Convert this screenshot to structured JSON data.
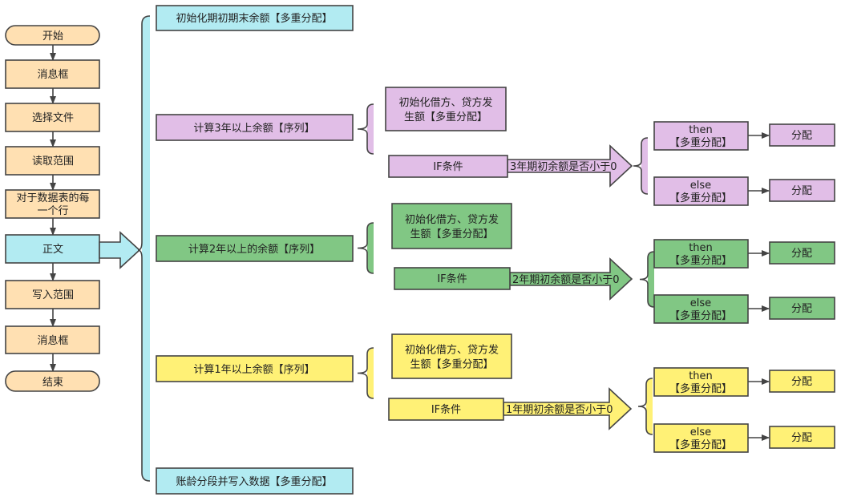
{
  "colors": {
    "orange": "#ffe0b2",
    "cyan": "#b2ebf2",
    "purple": "#e1bee7",
    "green": "#81c784",
    "yellow": "#fff176",
    "stroke": "#444444"
  },
  "flow": {
    "start": "开始",
    "msgbox1": "消息框",
    "select_file": "选择文件",
    "read_range": "读取范围",
    "for_each_row_line1": "对于数据表的每",
    "for_each_row_line2": "一个行",
    "body": "正文",
    "write_range": "写入范围",
    "msgbox2": "消息框",
    "end": "结束"
  },
  "body_children": {
    "init_balance": "初始化期初期末余额【多重分配】",
    "final": "账龄分段并写入数据【多重分配】"
  },
  "sections": [
    {
      "id": "y3",
      "color": "purple",
      "title": "计算3年以上余额【序列】",
      "init_line1": "初始化借方、贷方发",
      "init_line2": "生额【多重分配】",
      "if_label": "IF条件",
      "condition": "3年期初余额是否小于0",
      "then_line1": "then",
      "then_line2": "【多重分配】",
      "else_line1": "else",
      "else_line2": "【多重分配】",
      "then_action": "分配",
      "else_action": "分配"
    },
    {
      "id": "y2",
      "color": "green",
      "title": "计算2年以上的余额【序列】",
      "init_line1": "初始化借方、贷方发",
      "init_line2": "生额【多重分配】",
      "if_label": "IF条件",
      "condition": "2年期初余额是否小于0",
      "then_line1": "then",
      "then_line2": "【多重分配】",
      "else_line1": "else",
      "else_line2": "【多重分配】",
      "then_action": "分配",
      "else_action": "分配"
    },
    {
      "id": "y1",
      "color": "yellow",
      "title": "计算1年以上余额【序列】",
      "init_line1": "初始化借方、贷方发",
      "init_line2": "生额【多重分配】",
      "if_label": "IF条件",
      "condition": "1年期初余额是否小于0",
      "then_line1": "then",
      "then_line2": "【多重分配】",
      "else_line1": "else",
      "else_line2": "【多重分配】",
      "then_action": "分配",
      "else_action": "分配"
    }
  ]
}
